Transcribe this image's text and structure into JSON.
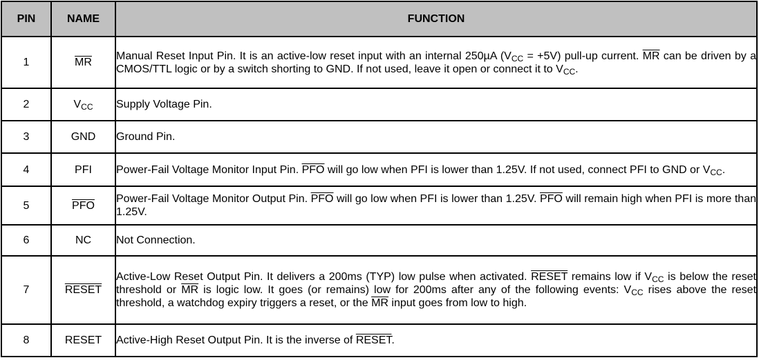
{
  "table": {
    "headers": {
      "pin": "PIN",
      "name": "NAME",
      "function": "FUNCTION"
    },
    "rows": [
      {
        "pin": "1",
        "name": "MR",
        "name_overline": true,
        "function": {
          "s1": "Manual Reset Input Pin. It is an active-low reset input with an internal 250µA (V",
          "s1_sub": "CC",
          "s2": " = +5V) pull-up current. ",
          "s3_ol": "MR",
          "s4": " can be driven by a CMOS/TTL logic or by a switch shorting to GND. If not used, leave it open or connect it to V",
          "s4_sub": "CC",
          "s5": "."
        }
      },
      {
        "pin": "2",
        "name": "V",
        "name_sub": "CC",
        "function": "Supply Voltage Pin."
      },
      {
        "pin": "3",
        "name": "GND",
        "function": "Ground Pin."
      },
      {
        "pin": "4",
        "name": "PFI",
        "function": {
          "s1": "Power-Fail Voltage Monitor Input Pin. ",
          "s2_ol": "PFO",
          "s3": " will go low when PFI is lower than 1.25V. If not used, connect PFI to GND or V",
          "s3_sub": "CC",
          "s4": "."
        }
      },
      {
        "pin": "5",
        "name": "PFO",
        "name_overline": true,
        "function": {
          "s1": "Power-Fail Voltage Monitor Output Pin. ",
          "s2_ol": "PFO",
          "s3": " will go low when PFI is lower than 1.25V. ",
          "s4_ol": "PFO",
          "s5": " will remain high when PFI is more than 1.25V."
        }
      },
      {
        "pin": "6",
        "name": "NC",
        "function": "Not Connection."
      },
      {
        "pin": "7",
        "name": "RESET",
        "name_overline": true,
        "function": {
          "s1": "Active-Low Reset Output Pin. It delivers a 200ms (TYP) low pulse when activated. ",
          "s2_ol": "RESET",
          "s3": " remains low if V",
          "s3_sub": "CC",
          "s4": " is below the reset threshold or ",
          "s5_ol": "MR",
          "s6": " is logic low. It goes (or remains) low for 200ms after any of the following events: V",
          "s6_sub": "CC",
          "s7": " rises above the reset threshold, a watchdog expiry triggers a reset, or the ",
          "s8_ol": "MR",
          "s9": " input goes from low to high."
        }
      },
      {
        "pin": "8",
        "name": "RESET",
        "name_overline": false,
        "function": {
          "s1": "Active-High Reset Output Pin. It is the inverse of ",
          "s2_ol": "RESET",
          "s3": "."
        }
      }
    ]
  },
  "colors": {
    "header_bg": "#c0c0c0",
    "border": "#000000",
    "text": "#000000",
    "background": "#ffffff"
  }
}
